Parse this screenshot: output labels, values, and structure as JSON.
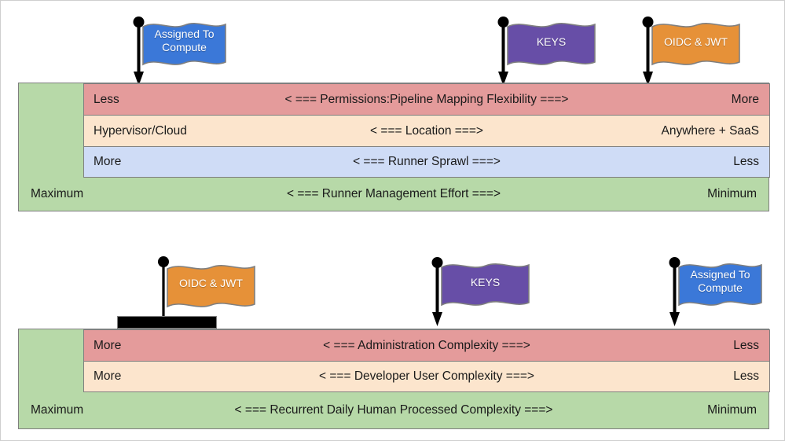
{
  "colors": {
    "green": "#b7d9a8",
    "red": "#e49b9b",
    "tan": "#fce5cd",
    "blue": "#cfdcf6",
    "flag_blue": "#3b78d8",
    "flag_purple": "#674ea7",
    "flag_orange": "#e69138",
    "stroke": "#7f7f7f",
    "pole": "#000000"
  },
  "top_section": {
    "flags": [
      {
        "name": "assigned-to-compute",
        "label": "Assigned To\nCompute",
        "color": "#3b78d8",
        "mount": "arrow"
      },
      {
        "name": "keys",
        "label": "KEYS",
        "color": "#674ea7",
        "mount": "arrow"
      },
      {
        "name": "oidc-jwt",
        "label": "OIDC & JWT",
        "color": "#e69138",
        "mount": "arrow"
      }
    ],
    "rows": [
      {
        "left": "Less",
        "axis": "< === Permissions:Pipeline Mapping Flexibility ===>",
        "right": "More",
        "tone": "red"
      },
      {
        "left": "Hypervisor/Cloud",
        "axis": "< === Location ===>",
        "right": "Anywhere + SaaS",
        "tone": "tan"
      },
      {
        "left": "More",
        "axis": "< === Runner Sprawl ===>",
        "right": "Less",
        "tone": "blue"
      }
    ],
    "footer": {
      "left": "Maximum",
      "axis": "< === Runner Management Effort ===>",
      "right": "Minimum"
    }
  },
  "bottom_section": {
    "flags": [
      {
        "name": "oidc-jwt",
        "label": "OIDC & JWT",
        "color": "#e69138",
        "mount": "pedestal"
      },
      {
        "name": "keys",
        "label": "KEYS",
        "color": "#674ea7",
        "mount": "arrow"
      },
      {
        "name": "assigned-to-compute",
        "label": "Assigned To\nCompute",
        "color": "#3b78d8",
        "mount": "arrow"
      }
    ],
    "rows": [
      {
        "left": "More",
        "axis": "< === Administration Complexity ===>",
        "right": "Less",
        "tone": "red"
      },
      {
        "left": "More",
        "axis": "< === Developer User Complexity ===>",
        "right": "Less",
        "tone": "tan"
      }
    ],
    "footer": {
      "left": "Maximum",
      "axis": "< === Recurrent Daily Human Processed Complexity ===>",
      "right": "Minimum"
    }
  }
}
